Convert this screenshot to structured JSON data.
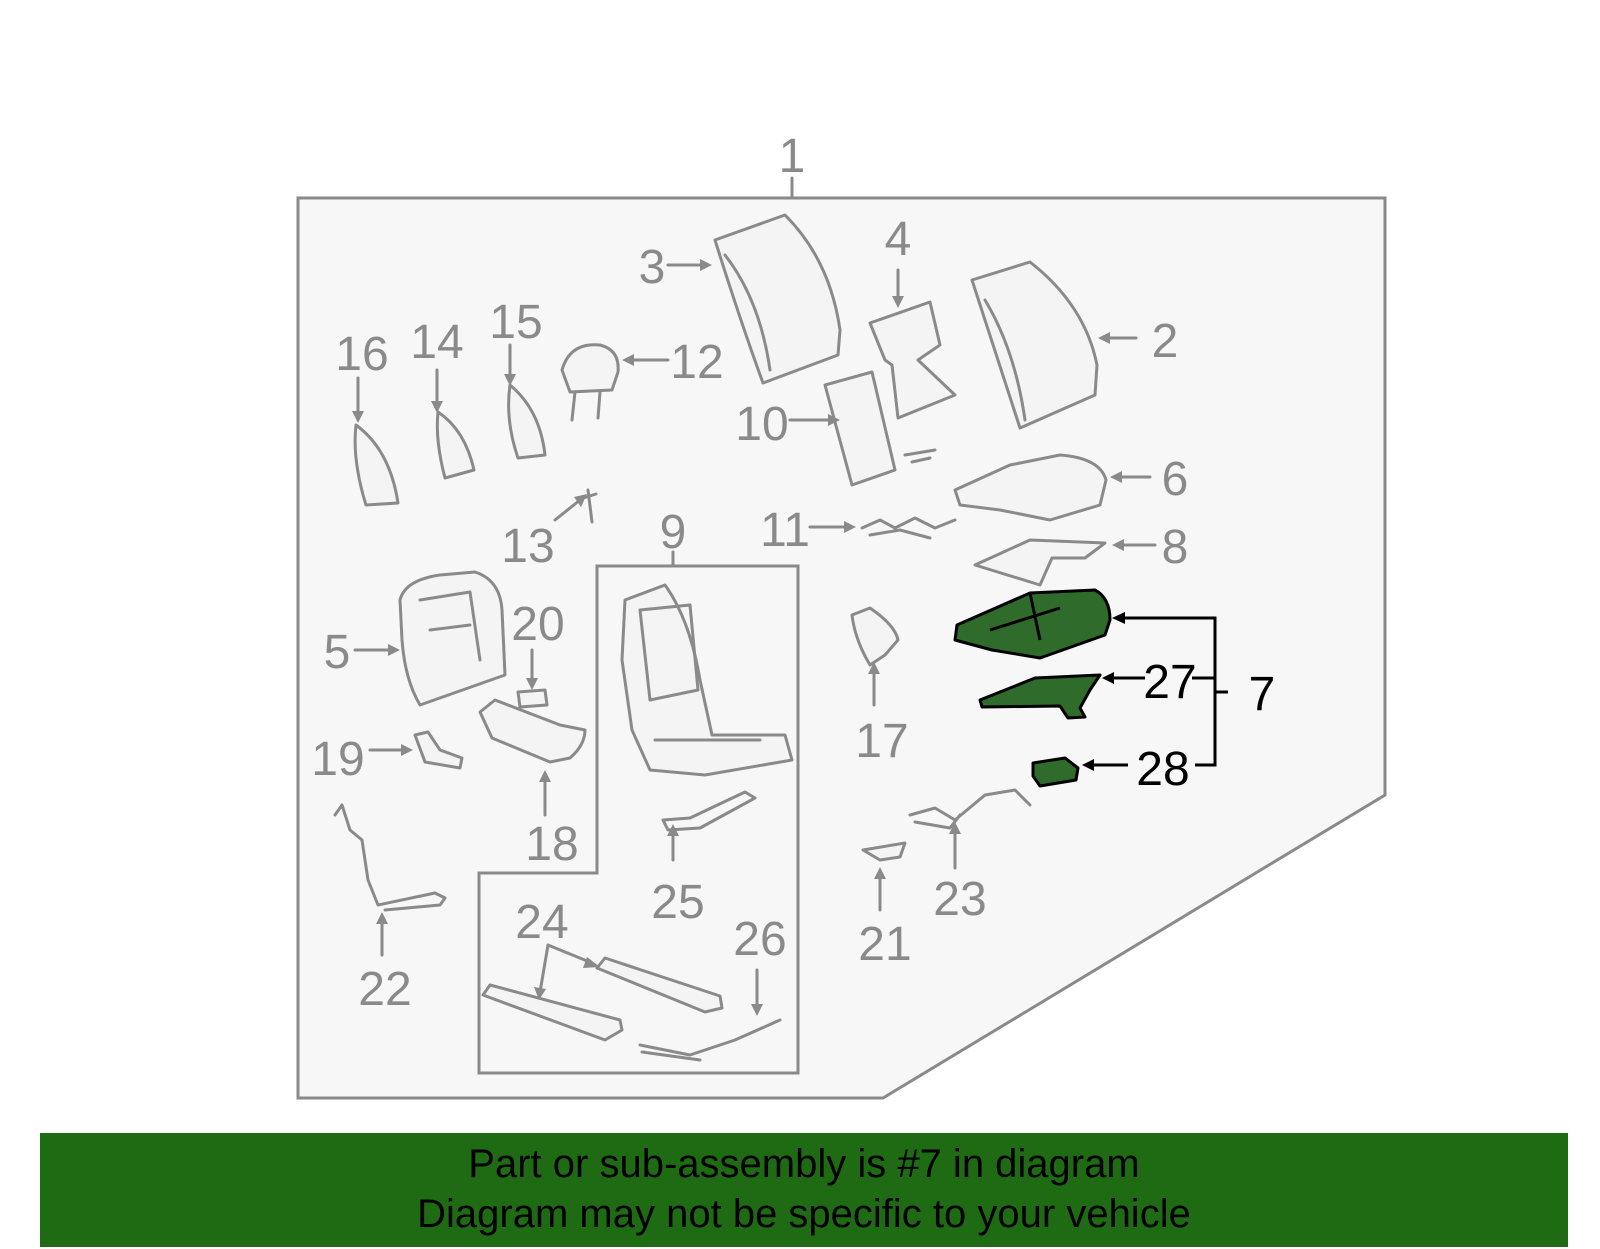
{
  "diagram": {
    "callouts": {
      "c1": "1",
      "c2": "2",
      "c3": "3",
      "c4": "4",
      "c5": "5",
      "c6": "6",
      "c7": "7",
      "c8": "8",
      "c9": "9",
      "c10": "10",
      "c11": "11",
      "c12": "12",
      "c13": "13",
      "c14": "14",
      "c15": "15",
      "c16": "16",
      "c17": "17",
      "c18": "18",
      "c19": "19",
      "c20": "20",
      "c21": "21",
      "c22": "22",
      "c23": "23",
      "c24": "24",
      "c25": "25",
      "c26": "26",
      "c27": "27",
      "c28": "28"
    },
    "highlighted_part": "7",
    "colors": {
      "outline": "#8a8a8a",
      "panel": "#f7f7f7",
      "highlight_fill": "#2f6b2a",
      "highlight_stroke": "#000000",
      "banner": "#1e6b14"
    }
  },
  "banner": {
    "line1": "Part or sub-assembly is #7 in diagram",
    "line2": "Diagram may not be specific to your vehicle"
  }
}
